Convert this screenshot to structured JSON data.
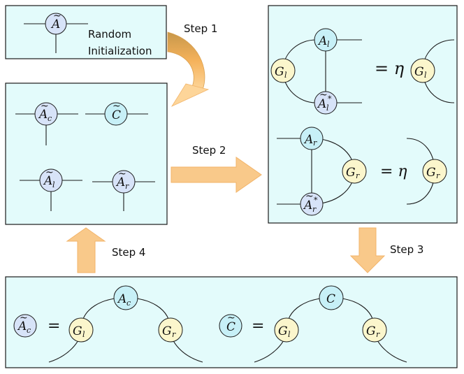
{
  "steps": {
    "s1": "Step 1",
    "s2": "Step 2",
    "s3": "Step 3",
    "s4": "Step 4"
  },
  "init_text": {
    "line1": "Random",
    "line2": "Initialization"
  },
  "symbols": {
    "A": "A",
    "C": "C",
    "G": "G",
    "tilde": "~",
    "sub_c": "c",
    "sub_l": "l",
    "sub_r": "r",
    "star": "*",
    "eta": "η",
    "equals": "=",
    "eq_eta": "= η"
  },
  "colors": {
    "box": "#e3fbfb",
    "blue_node": "#d7e3f8",
    "cyan_node": "#c7f0f7",
    "yellow_node": "#fbf6cc",
    "arrow": "#f9c98a"
  }
}
